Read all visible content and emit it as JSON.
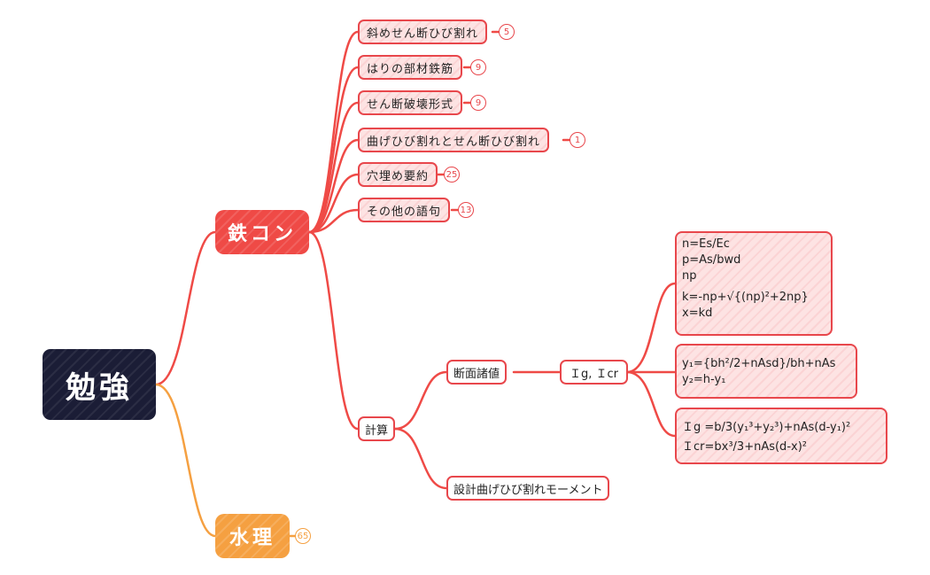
{
  "root": {
    "label": "勉強"
  },
  "branches": {
    "tekkon": {
      "label": "鉄コン",
      "color": "#ef4a46"
    },
    "suiri": {
      "label": "水理",
      "count": "65",
      "color": "#f5a041"
    }
  },
  "tekkon_topics": [
    {
      "label": "斜めせん断ひび割れ",
      "count": "5"
    },
    {
      "label": "はりの部材鉄筋",
      "count": "9"
    },
    {
      "label": "せん断破壊形式",
      "count": "9"
    },
    {
      "label": "曲げひび割れとせん断ひび割れ",
      "count": "1"
    },
    {
      "label": "穴埋め要約",
      "count": "25"
    },
    {
      "label": "その他の語句",
      "count": "13"
    }
  ],
  "keisan": {
    "label": "計算",
    "danmen": {
      "label": "断面諸値"
    },
    "igicr": {
      "label": "Ｉg, Ｉcr"
    },
    "moment": {
      "label": "設計曲げひび割れモーメント"
    }
  },
  "formulas": {
    "box1": [
      "n=Es/Ec",
      "p=As/bwd",
      "np",
      "k=-np+√{(np)²+2np}",
      "x=kd"
    ],
    "box2": [
      "y₁={bh²/2+nAsd}/bh+nAs",
      "y₂=h-y₁"
    ],
    "box3": [
      "Ｉg =b/3(y₁³+y₂³)+nAs(d-y₁)²",
      "Ｉcr=bx³/3+nAs(d-x)²"
    ]
  }
}
